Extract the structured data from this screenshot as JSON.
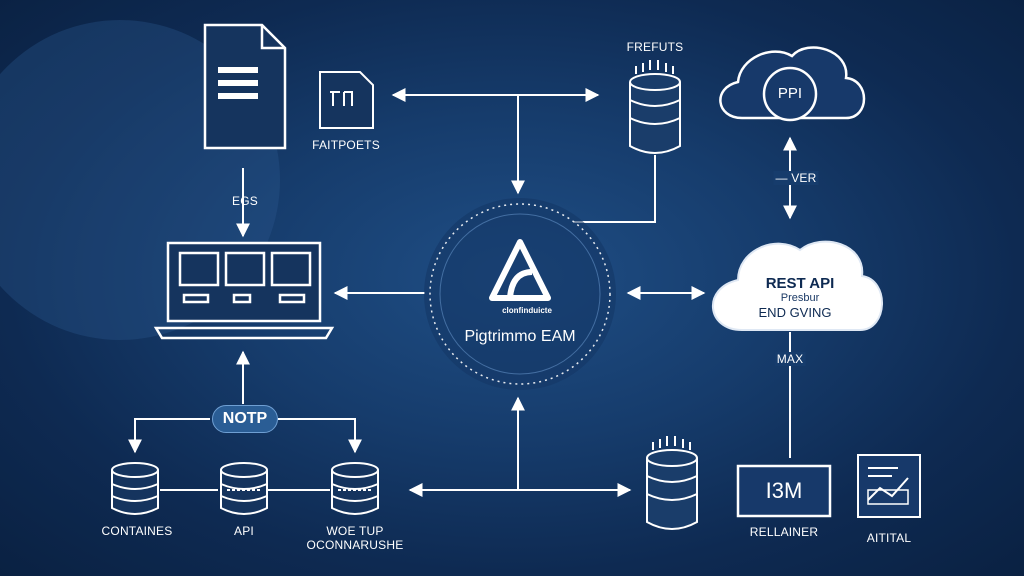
{
  "colors": {
    "background": "#163c6c",
    "line": "#ffffff",
    "accent": "#2a5d95",
    "cloud_fill": "#ffffff"
  },
  "top": {
    "doc_label": "EGS",
    "small_doc_label": "FAITPOETS",
    "db_top_label": "FREFUTS"
  },
  "cloud_top": {
    "text": "PPI"
  },
  "link_label_ver": "VER",
  "hub": {
    "subtitle": "clonfinduicte",
    "name": "Pigtrimmo EAM"
  },
  "rest_api": {
    "title": "REST API",
    "subtitle": "Presbur",
    "main": "END GVING"
  },
  "link_label_max": "MAX",
  "pill": {
    "text": "NOTP"
  },
  "bottom": {
    "db1_label": "CONTAINES",
    "db2_label": "API",
    "db3_label_line1": "WOE TUP",
    "db3_label_line2": "OCONNARUSHE",
    "box_text": "I3M",
    "box_label": "RELLAINER",
    "chart_label": "AITITAL"
  },
  "icons": [
    "document-icon",
    "small-document-icon",
    "database-icon",
    "cloud-icon",
    "laptop-icon",
    "hub-logo-icon",
    "chart-icon"
  ]
}
